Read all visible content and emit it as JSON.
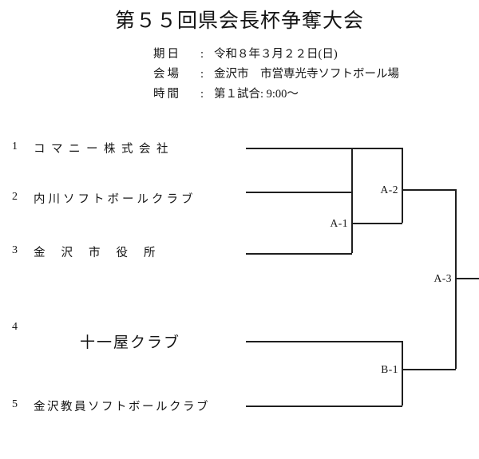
{
  "document": {
    "title": "第５５回県会長杯争奪大会"
  },
  "info": {
    "rows": [
      {
        "label": "期日",
        "colon": ":",
        "value": "令和８年３月２２日(日)"
      },
      {
        "label": "会場",
        "colon": ":",
        "value": "金沢市　市営専光寺ソフトボール場"
      },
      {
        "label": "時間",
        "colon": ":",
        "value": "第１試合: 9:00〜"
      }
    ]
  },
  "bracket": {
    "teams": [
      {
        "number": "1",
        "name": "コマニー株式会社"
      },
      {
        "number": "2",
        "name": "内川ソフトボールクラブ"
      },
      {
        "number": "3",
        "name": "金沢市役所"
      },
      {
        "number": "4",
        "name": "十一屋クラブ"
      },
      {
        "number": "5",
        "name": "金沢教員ソフトボールクラブ"
      }
    ],
    "matches": [
      {
        "id": "A-1",
        "label": "A-1"
      },
      {
        "id": "A-2",
        "label": "A-2"
      },
      {
        "id": "B-1",
        "label": "B-1"
      },
      {
        "id": "A-3",
        "label": "A-3"
      }
    ]
  },
  "style": {
    "line_color": "#1f1f1f",
    "text_color": "#141414",
    "background": "#ffffff"
  }
}
